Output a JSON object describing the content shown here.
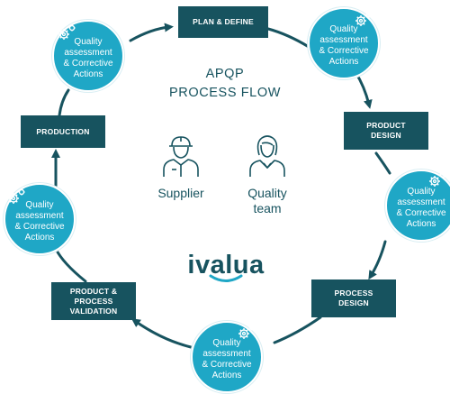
{
  "title": {
    "line1": "APQP",
    "line2": "PROCESS FLOW"
  },
  "stages": {
    "plan_define": "PLAN & DEFINE",
    "product_design": {
      "line1": "PRODUCT",
      "line2": "DESIGN"
    },
    "process_design": {
      "line1": "PROCESS",
      "line2": "DESIGN"
    },
    "product_process_validation": {
      "line1": "PRODUCT &",
      "line2": "PROCESS",
      "line3": "VALIDATION"
    },
    "production": "PRODUCTION"
  },
  "quality_circle": {
    "line1": "Quality",
    "line2": "assessment",
    "line3": "& Corrective",
    "line4": "Actions"
  },
  "roles": {
    "supplier": "Supplier",
    "quality_team": {
      "line1": "Quality",
      "line2": "team"
    }
  },
  "logo": {
    "text": "ivalua"
  },
  "icons": {
    "circle": "gear-icon",
    "supplier": "worker-hardhat-icon",
    "quality_team": "woman-icon",
    "arrows": "arrow-icon"
  },
  "colors": {
    "dark_teal": "#17535f",
    "light_blue": "#1fa7c6",
    "logo_accent": "#1fa7c6"
  }
}
